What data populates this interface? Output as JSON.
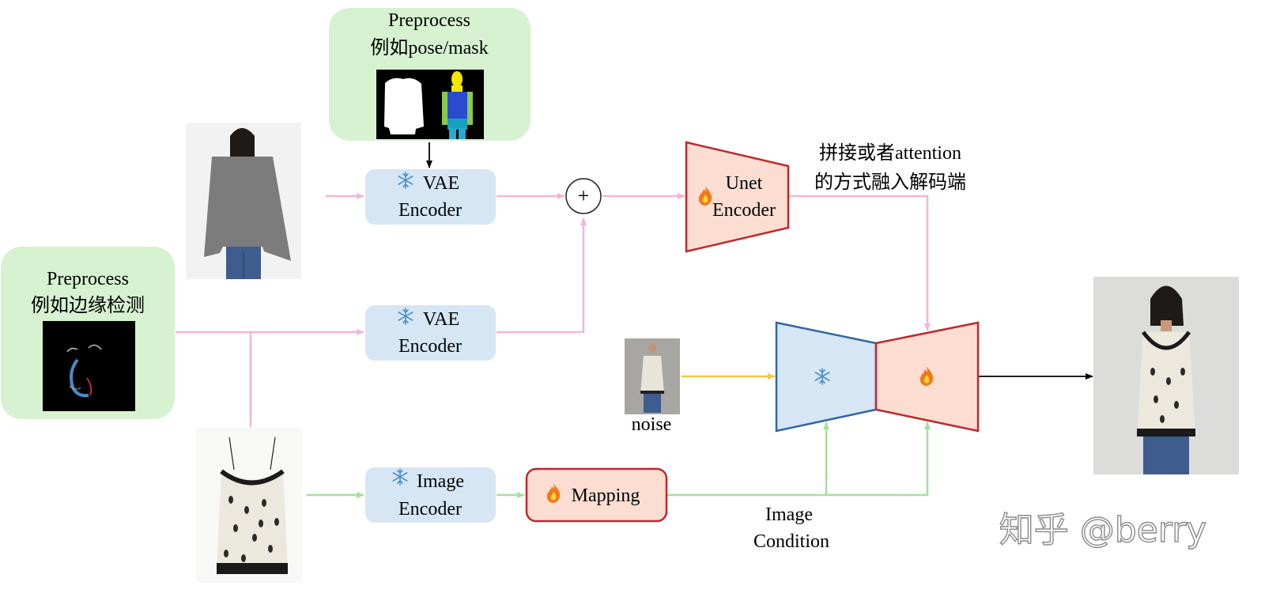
{
  "preprocess_top": {
    "line1": "Preprocess",
    "line2": "例如pose/mask"
  },
  "preprocess_left": {
    "line1": "Preprocess",
    "line2": "例如边缘检测"
  },
  "vae_encoder_1": {
    "line1": "VAE",
    "line2": "Encoder"
  },
  "vae_encoder_2": {
    "line1": "VAE",
    "line2": "Encoder"
  },
  "image_encoder": {
    "line1": "Image",
    "line2": "Encoder"
  },
  "mapping": {
    "label": "Mapping"
  },
  "add_op": {
    "symbol": "+"
  },
  "unet_encoder": {
    "line1": "Unet",
    "line2": "Encoder"
  },
  "fusion_note": {
    "line1": "拼接或者attention",
    "line2": "的方式融入解码端"
  },
  "noise": {
    "label": "noise"
  },
  "image_condition": {
    "line1": "Image",
    "line2": "Condition"
  },
  "watermark": {
    "text": "知乎 @berry"
  },
  "icons": {
    "frozen": "snowflake-icon",
    "trainable": "fire-icon",
    "add": "plus-circle-icon"
  },
  "colors": {
    "green_box": "#d6f2d0",
    "blue_box": "#d6e6f5",
    "red_fill": "#fbddd2",
    "red_stroke": "#c0282a",
    "blue_stroke": "#3a6ea8",
    "pink_arrow": "#f2b6d6",
    "green_arrow": "#a6e09a",
    "orange_arrow": "#f2c84a"
  }
}
